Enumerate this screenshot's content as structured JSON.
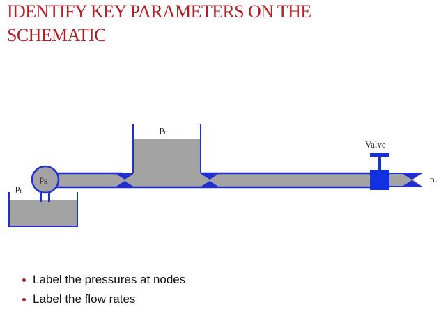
{
  "title_line1": "IDENTIFY KEY PARAMETERS ON THE",
  "title_line2": "SCHEMATIC",
  "schematic": {
    "reservoir_pressure_base": "p",
    "reservoir_pressure_sub": "r",
    "pump_label_base": "p",
    "pump_label_sub": "S",
    "tank_pressure_base": "p",
    "tank_pressure_sub": "r",
    "valve_label": "Valve",
    "outlet_pressure_base": "p",
    "outlet_pressure_sub": "r"
  },
  "bullets": [
    "Label the pressures at nodes",
    "Label the flow rates"
  ],
  "colors": {
    "title": "#b22025",
    "pipe_fill": "#a3a3a3",
    "pipe_outline": "#1f2fd0",
    "valve": "#1130e0"
  }
}
